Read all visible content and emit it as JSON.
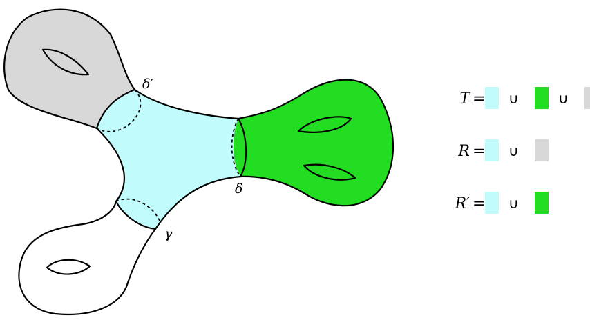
{
  "colors": {
    "cyan": "#c2fbfb",
    "green": "#22dd22",
    "gray": "#d8d8d8",
    "white": "#ffffff",
    "outline": "#000000"
  },
  "curve_labels": {
    "delta_prime": "δ′",
    "delta": "δ",
    "gamma": "γ"
  },
  "legend": {
    "union_symbol": "∪",
    "equals": "=",
    "rows": [
      {
        "symbol": "T",
        "prime": "",
        "swatches": [
          "cyan",
          "green",
          "gray"
        ]
      },
      {
        "symbol": "R",
        "prime": "",
        "swatches": [
          "cyan",
          "gray"
        ]
      },
      {
        "symbol": "R",
        "prime": "′",
        "swatches": [
          "cyan",
          "green"
        ]
      }
    ]
  }
}
